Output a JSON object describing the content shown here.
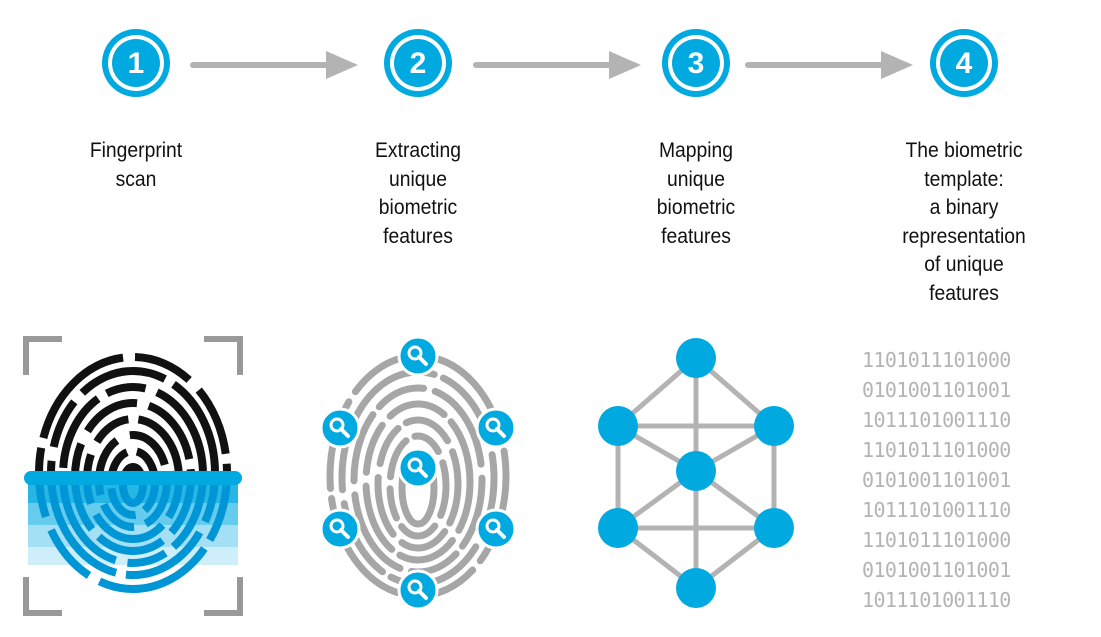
{
  "colors": {
    "accent": "#00a9e0",
    "arrow": "#b3b3b3",
    "ink": "#111111",
    "ridge_gray": "#a6a6a6",
    "binary_gray": "#b4b4b4"
  },
  "steps": [
    {
      "number": "1",
      "caption": "Fingerprint\nscan",
      "illustration": "fingerprint-scan-icon"
    },
    {
      "number": "2",
      "caption": "Extracting\nunique\nbiometric\nfeatures",
      "illustration": "fingerprint-magnifier-icon"
    },
    {
      "number": "3",
      "caption": "Mapping\nunique\nbiometric\nfeatures",
      "illustration": "feature-graph-icon"
    },
    {
      "number": "4",
      "caption": "The biometric\ntemplate:\na binary\nrepresentation\nof unique\nfeatures",
      "illustration": "binary-template"
    }
  ],
  "binary_rows": [
    "1101011101000",
    "0101001101001",
    "1011101001110",
    "1101011101000",
    "0101001101001",
    "1011101001110",
    "1101011101000",
    "0101001101001",
    "1011101001110"
  ]
}
